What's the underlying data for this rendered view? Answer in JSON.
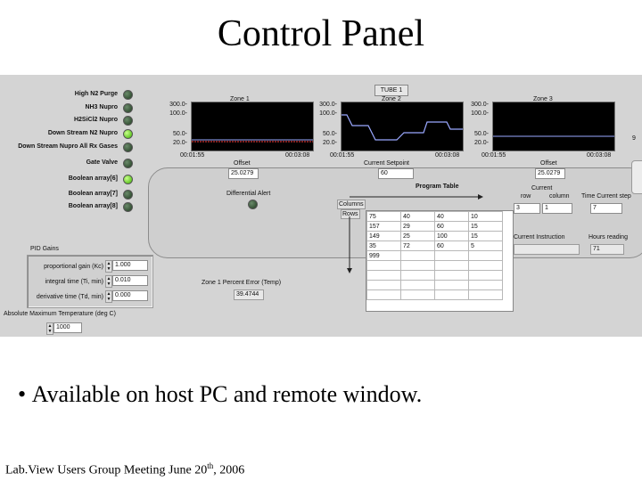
{
  "slide": {
    "title": "Control Panel",
    "bullet": "Available on host PC and remote window.",
    "footer_main": "Lab.View Users Group Meeting   June 20",
    "footer_sup": "th",
    "footer_end": ", 2006"
  },
  "leds": [
    {
      "label": "High N2 Purge",
      "on": false
    },
    {
      "label": "NH3 Nupro",
      "on": false
    },
    {
      "label": "H2SiCl2 Nupro",
      "on": false
    },
    {
      "label": "Down Stream N2 Nupro",
      "on": true
    },
    {
      "label": "Down Stream Nupro All Rx Gases",
      "on": false
    },
    {
      "label": "Gate Valve",
      "on": false
    },
    {
      "label": "Boolean array[6]",
      "on": true
    },
    {
      "label": "Boolean array[7]",
      "on": false
    },
    {
      "label": "Boolean array[8]",
      "on": false
    }
  ],
  "tube": {
    "label": "TUBE 1",
    "zones": [
      {
        "name": "Zone 1",
        "ticks": [
          "300.0-",
          "100.0-",
          "50.0-",
          "20.0-"
        ],
        "t_start": "00:01:55",
        "t_end": "00:03:08"
      },
      {
        "name": "Zone 2",
        "ticks": [
          "300.0-",
          "100.0-",
          "50.0-",
          "20.0-"
        ],
        "t_start": "00:01:55",
        "t_end": "00:03:08"
      },
      {
        "name": "Zone 3",
        "ticks": [
          "300.0-",
          "100.0-",
          "50.0-",
          "20.0-"
        ],
        "t_start": "00:01:55",
        "t_end": "00:03:08"
      }
    ],
    "offset1_label": "Offset",
    "offset1_value": "25.0279",
    "setpoint_label": "Current Setpoint",
    "setpoint_value": "60",
    "offset3_label": "Offset",
    "offset3_value": "25.0279",
    "side_number": "9"
  },
  "diff_alert_label": "Differential Alert",
  "program_table": {
    "label": "Program Table",
    "columns_label": "Columns",
    "rows_label": "Rows",
    "rows": [
      [
        "75",
        "40",
        "40",
        "10"
      ],
      [
        "157",
        "29",
        "60",
        "15"
      ],
      [
        "149",
        "25",
        "100",
        "15"
      ],
      [
        "35",
        "72",
        "60",
        "5"
      ],
      [
        "999",
        "",
        "",
        ""
      ],
      [
        "",
        "",
        "",
        ""
      ],
      [
        "",
        "",
        "",
        ""
      ],
      [
        "",
        "",
        "",
        ""
      ],
      [
        "",
        "",
        "",
        ""
      ]
    ]
  },
  "right_controls": {
    "current_label": "Current",
    "sub1": "row",
    "sub2": "column",
    "val1": "3",
    "val2": "1",
    "time_label": "Time Current step",
    "time_value": "7",
    "current_instruction_label": "Current Instruction",
    "current_instruction_value": "",
    "hours_label": "Hours reading",
    "hours_value": "71"
  },
  "pid": {
    "label": "PID Gains",
    "rows": [
      {
        "label": "proportional gain (Kc)",
        "value": "1.000"
      },
      {
        "label": "integral time (Ti, min)",
        "value": "0.010"
      },
      {
        "label": "derivative time (Td, min)",
        "value": "0.000"
      }
    ],
    "abs_max_label": "Absolute Maximum Temperature (deg C)",
    "abs_max_value": "1000"
  },
  "zone_error": {
    "label": "Zone 1 Percent Error (Temp)",
    "value": "39.4744"
  }
}
